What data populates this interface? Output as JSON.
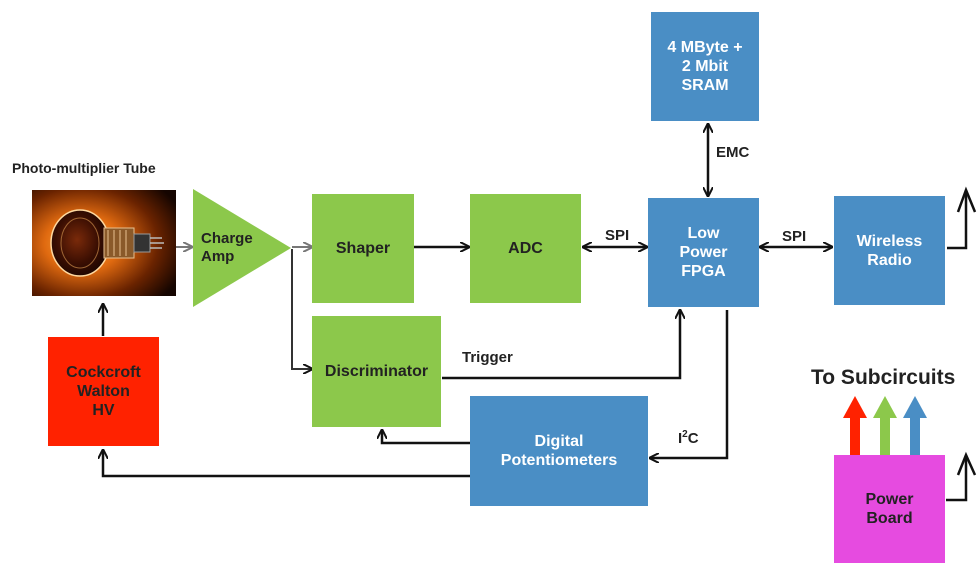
{
  "diagram": {
    "pmt_label": "Photo-multiplier Tube",
    "charge_amp": "Charge\nAmp",
    "shaper": "Shaper",
    "adc": "ADC",
    "fpga": "Low\nPower\nFPGA",
    "sram": "4 MByte +\n2 Mbit\nSRAM",
    "wireless": "Wireless\nRadio",
    "discriminator": "Discriminator",
    "cockcroft": "Cockcroft\nWalton\nHV",
    "digipot": "Digital\nPotentiometers",
    "power_board": "Power\nBoard",
    "subcircuits": "To Subcircuits",
    "edge_spi_adc": "SPI",
    "edge_spi_radio": "SPI",
    "edge_emc": "EMC",
    "edge_trigger": "Trigger",
    "edge_i2c_prefix": "I",
    "edge_i2c_sup": "2",
    "edge_i2c_suffix": "C"
  },
  "colors": {
    "green": "#8cc84b",
    "blue": "#4a8ec5",
    "red": "#ff2200",
    "magenta": "#e64be0",
    "arrow_red": "#ff2200",
    "arrow_green": "#8cc84b",
    "arrow_blue": "#4a8ec5"
  },
  "icons": {
    "pmt": "photomultiplier-tube-photo",
    "antenna": "antenna-icon"
  }
}
